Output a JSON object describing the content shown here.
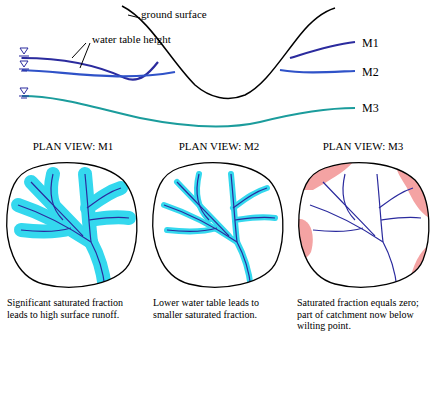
{
  "diagram": {
    "nodes": [
      {
        "text": [
          "PLAN VIEW: M1",
          "Significant saturated fraction leads to high surface runoff."
        ]
      },
      {
        "text": [
          "PLAN VIEW: M2",
          "Lower water table leads to smaller saturated fraction."
        ]
      },
      {
        "text": [
          "PLAN VIEW: M3",
          "Saturated fraction equals zero; part of catchment now below wilting point."
        ]
      }
    ],
    "labels": [
      "ground surface",
      "water table height",
      "M1",
      "M2",
      "M3"
    ]
  }
}
